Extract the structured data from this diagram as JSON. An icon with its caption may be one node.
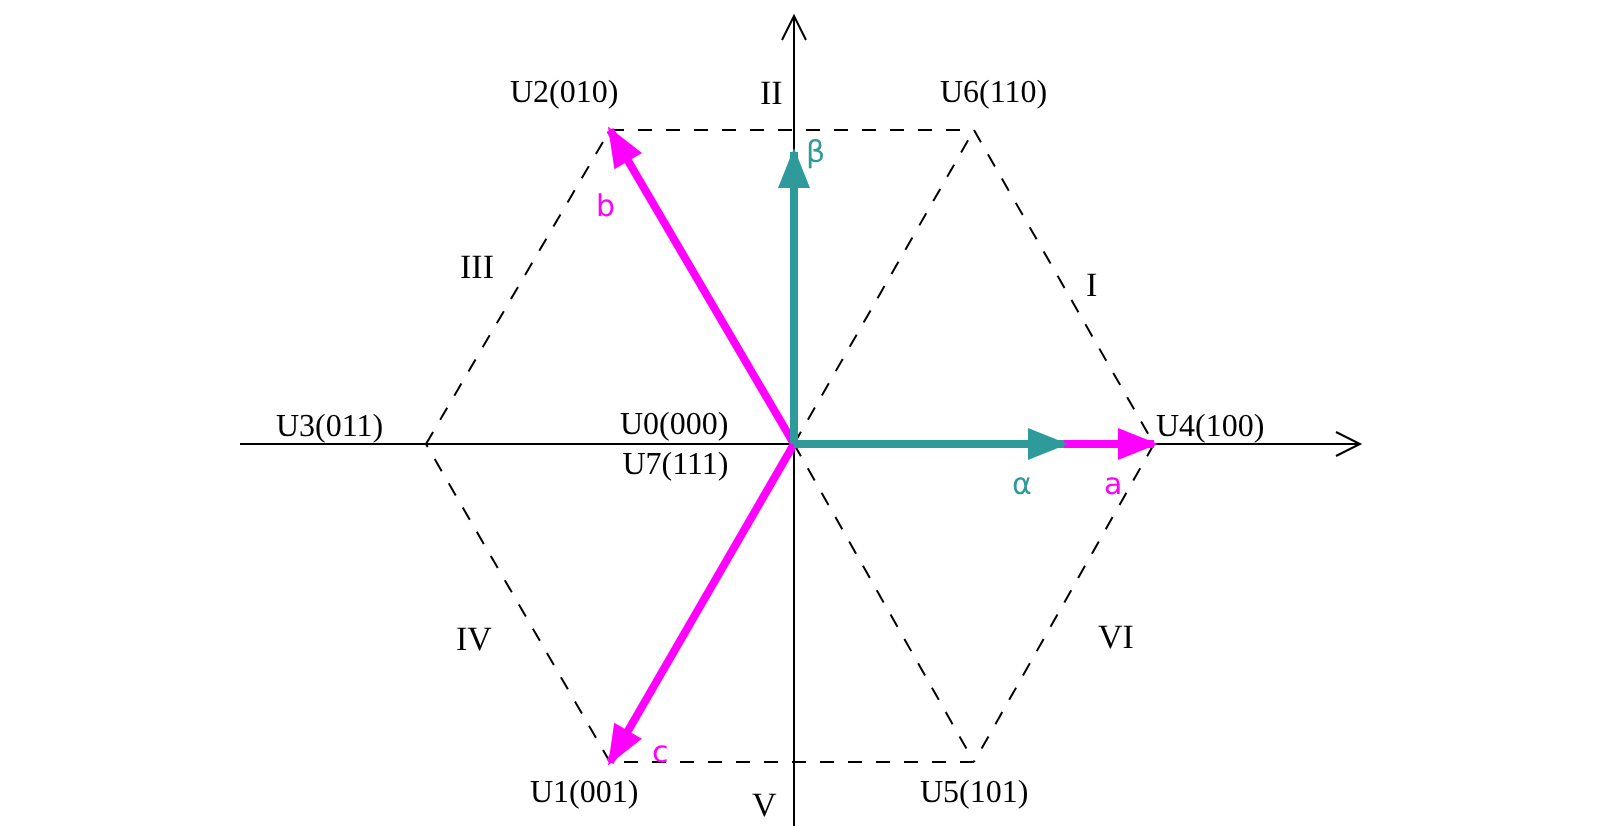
{
  "diagram": {
    "nodes": [
      {
        "text": [
          "U2(010)"
        ]
      },
      {
        "text": [
          "U6(110)"
        ]
      },
      {
        "text": [
          "U3(011)"
        ]
      },
      {
        "text": [
          "U0(000)",
          "U7(111)"
        ]
      },
      {
        "text": [
          "U4(100)"
        ]
      },
      {
        "text": [
          "U1(001)"
        ]
      },
      {
        "text": [
          "U5(101)"
        ]
      }
    ],
    "edges": [
      {
        "from": 0,
        "to": 1,
        "arrow": "none",
        "style": "dashed"
      },
      {
        "from": 1,
        "to": 4,
        "arrow": "none",
        "style": "dashed"
      },
      {
        "from": 4,
        "to": 6,
        "arrow": "none",
        "style": "dashed"
      },
      {
        "from": 6,
        "to": 5,
        "arrow": "none",
        "style": "dashed"
      },
      {
        "from": 5,
        "to": 2,
        "arrow": "none",
        "style": "dashed"
      },
      {
        "from": 2,
        "to": 0,
        "arrow": "none",
        "style": "dashed"
      },
      {
        "from": 3,
        "to": 1,
        "arrow": "none",
        "style": "dashed"
      },
      {
        "from": 3,
        "to": 6,
        "arrow": "none",
        "style": "dashed"
      },
      {
        "from": 3,
        "to": 4,
        "arrow": "to",
        "label": "a",
        "style": "thick",
        "color": "#ff00ff"
      },
      {
        "from": 3,
        "to": 0,
        "arrow": "to",
        "label": "b",
        "style": "thick",
        "color": "#ff00ff"
      },
      {
        "from": 3,
        "to": 5,
        "arrow": "to",
        "label": "c",
        "style": "thick",
        "color": "#ff00ff"
      },
      {
        "from": 3,
        "to": null,
        "arrow": "to",
        "label": "α",
        "style": "thick",
        "color": "#2e9a9a"
      },
      {
        "from": 3,
        "to": null,
        "arrow": "to",
        "label": "β",
        "style": "thick",
        "color": "#2e9a9a"
      }
    ],
    "labels": [
      "II",
      "III",
      "I",
      "IV",
      "VI",
      "V"
    ]
  }
}
